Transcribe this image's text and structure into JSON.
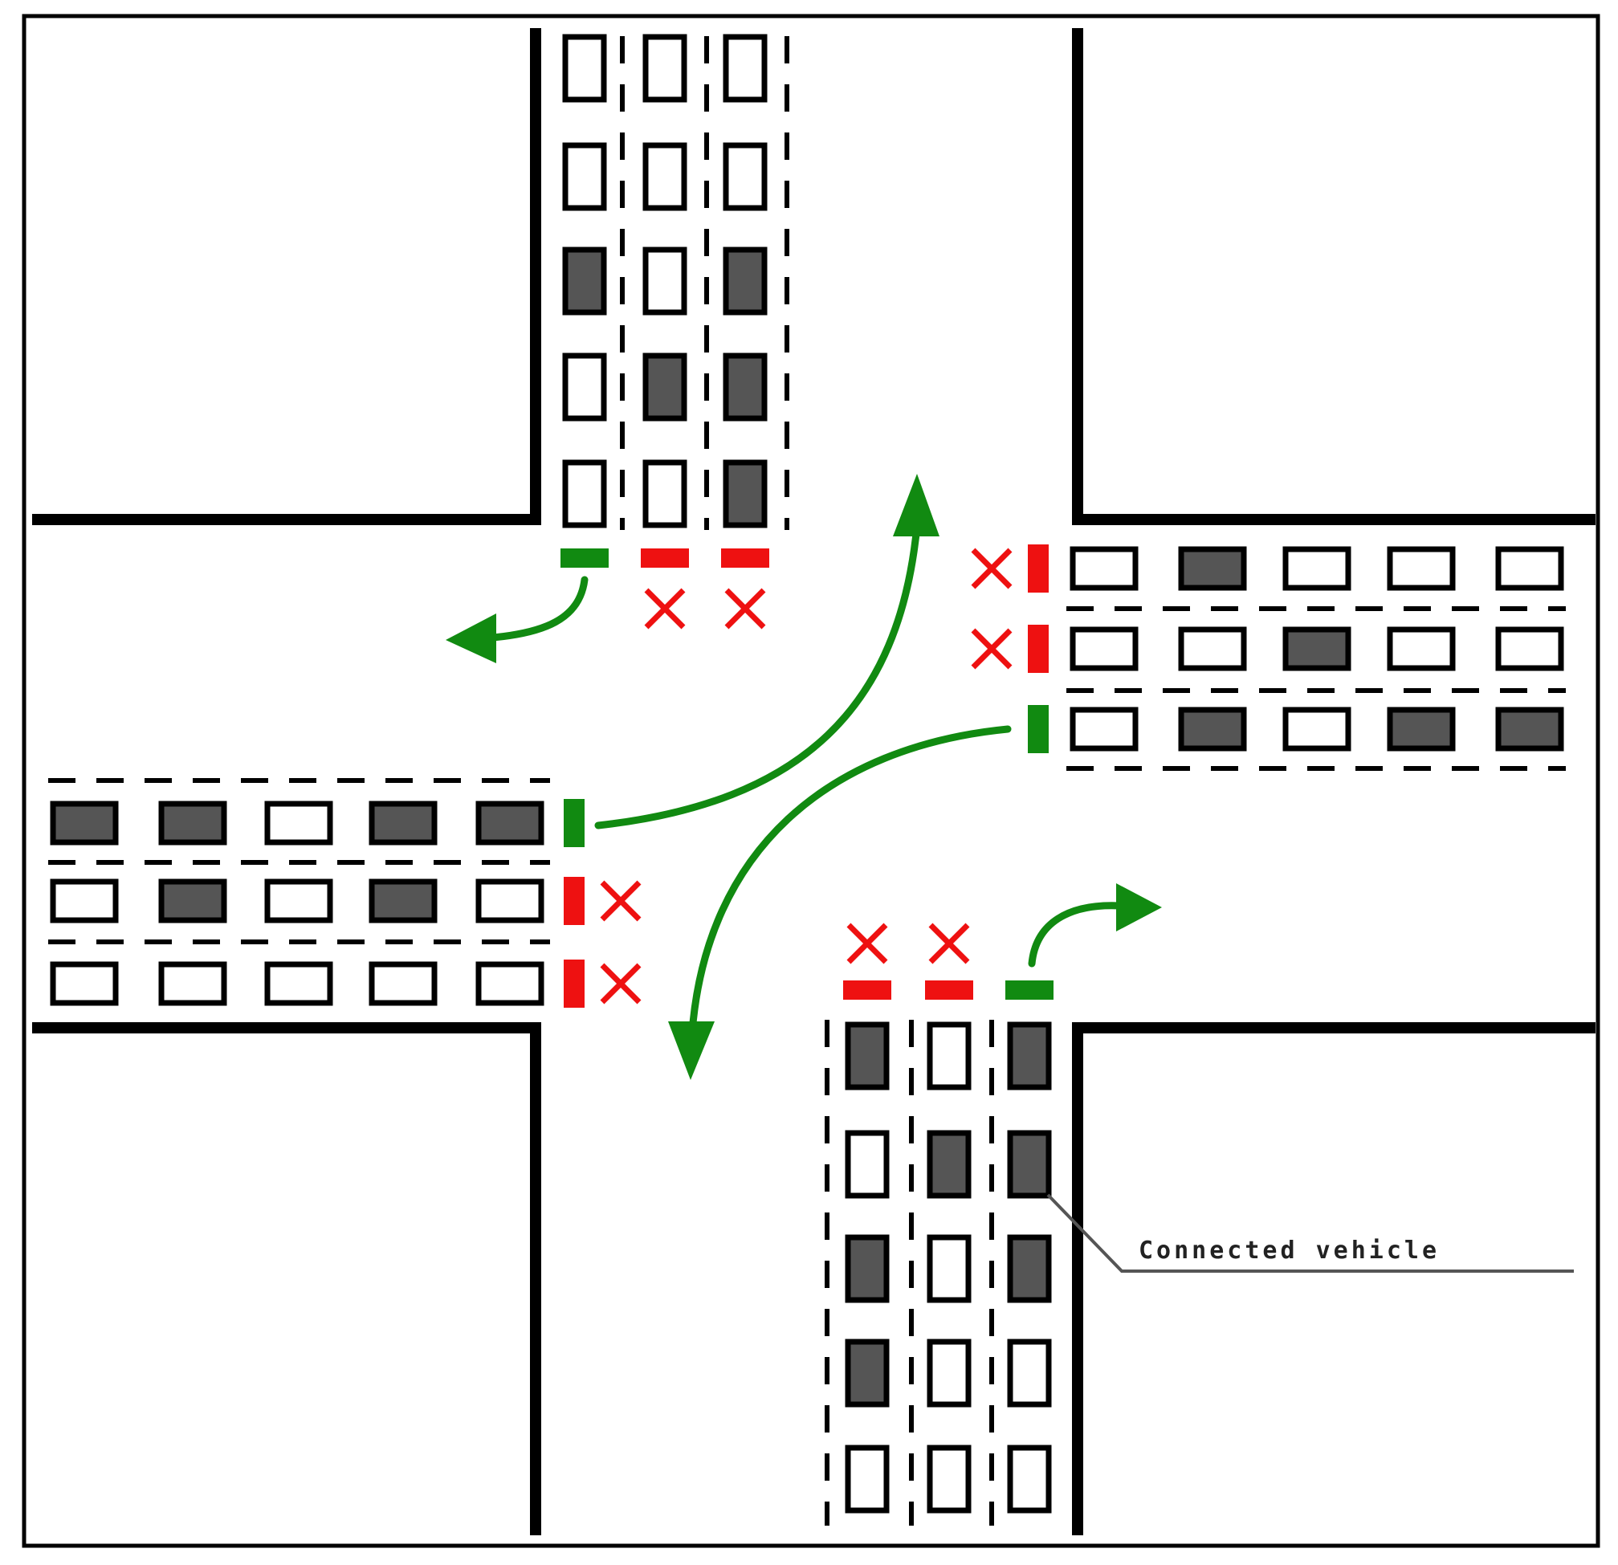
{
  "colors": {
    "connected_vehicle": "#555555",
    "regular_vehicle": "#ffffff",
    "red_signal": "#ee1111",
    "green_signal": "#118a11"
  },
  "callout": {
    "text": "Connected vehicle",
    "target": "north-bound approach, right lane, 2nd vehicle"
  },
  "approaches": {
    "north": {
      "lanes": [
        {
          "signal": "green",
          "movement": "left-turn",
          "vehicles": [
            "regular",
            "regular",
            "connected",
            "regular",
            "regular"
          ]
        },
        {
          "signal": "red",
          "movement": "through",
          "vehicles": [
            "regular",
            "regular",
            "regular",
            "connected",
            "regular"
          ]
        },
        {
          "signal": "red",
          "movement": "through",
          "vehicles": [
            "regular",
            "regular",
            "connected",
            "connected",
            "connected"
          ]
        }
      ]
    },
    "east": {
      "lanes": [
        {
          "signal": "red",
          "movement": "through",
          "vehicles": [
            "regular",
            "connected",
            "regular",
            "regular",
            "regular"
          ]
        },
        {
          "signal": "red",
          "movement": "through",
          "vehicles": [
            "regular",
            "regular",
            "connected",
            "regular",
            "regular"
          ]
        },
        {
          "signal": "green",
          "movement": "left-turn",
          "vehicles": [
            "regular",
            "connected",
            "regular",
            "connected",
            "connected"
          ]
        }
      ]
    },
    "west": {
      "lanes": [
        {
          "signal": "green",
          "movement": "left-turn",
          "vehicles": [
            "connected",
            "connected",
            "regular",
            "connected",
            "connected"
          ]
        },
        {
          "signal": "red",
          "movement": "through",
          "vehicles": [
            "regular",
            "connected",
            "regular",
            "connected",
            "regular"
          ]
        },
        {
          "signal": "red",
          "movement": "through",
          "vehicles": [
            "regular",
            "regular",
            "regular",
            "regular",
            "regular"
          ]
        }
      ]
    },
    "south": {
      "lanes": [
        {
          "signal": "red",
          "movement": "through",
          "vehicles": [
            "connected",
            "regular",
            "connected",
            "connected",
            "regular"
          ]
        },
        {
          "signal": "red",
          "movement": "through",
          "vehicles": [
            "regular",
            "connected",
            "regular",
            "regular",
            "regular"
          ]
        },
        {
          "signal": "green",
          "movement": "left-turn",
          "vehicles": [
            "connected",
            "connected",
            "connected",
            "regular",
            "regular"
          ]
        }
      ]
    }
  }
}
